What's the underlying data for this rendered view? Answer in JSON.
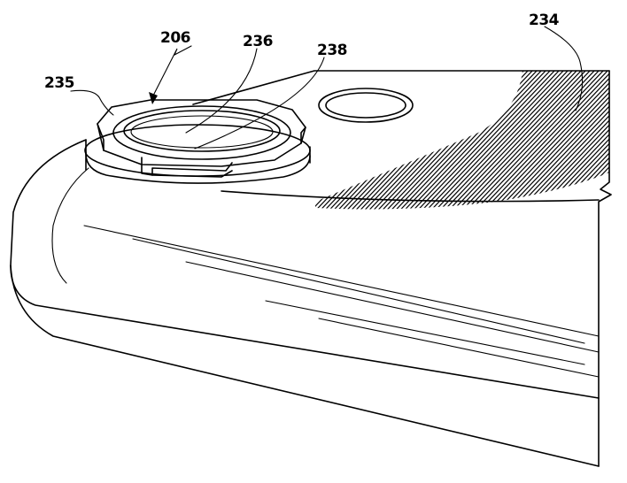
{
  "labels": {
    "ref_206": "206",
    "ref_236": "236",
    "ref_238": "238",
    "ref_235": "235",
    "ref_234": "234"
  }
}
